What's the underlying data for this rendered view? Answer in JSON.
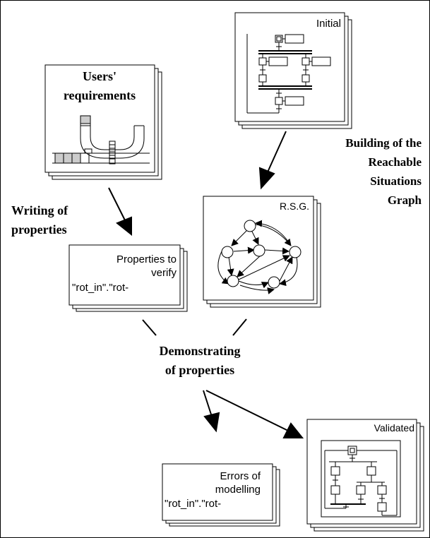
{
  "documents": {
    "initial": {
      "label": "Initial"
    },
    "users_requirements": {
      "line1": "Users'",
      "line2": "requirements"
    },
    "rsg": {
      "label": "R.S.G."
    },
    "properties": {
      "line1": "Properties to",
      "line2": "verify",
      "line3": "\"rot_in\".\"rot-"
    },
    "errors": {
      "line1": "Errors of",
      "line2": "modelling",
      "line3": "\"rot_in\".\"rot-"
    },
    "validated": {
      "label": "Validated"
    }
  },
  "steps": {
    "building": {
      "line1": "Building of the",
      "line2": "Reachable",
      "line3": "Situations",
      "line4": "Graph"
    },
    "writing": {
      "line1": "Writing of",
      "line2": "properties"
    },
    "demonstrating": {
      "line1": "Demonstrating",
      "line2": "of properties"
    }
  }
}
